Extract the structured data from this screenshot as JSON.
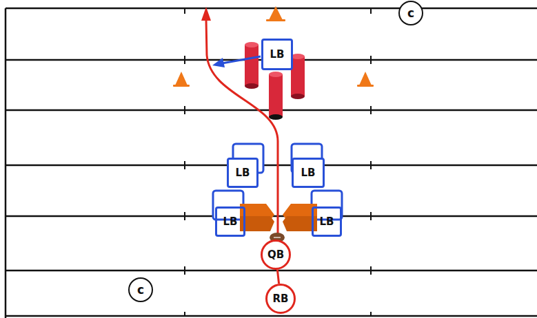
{
  "diagram": {
    "nodes": [
      {
        "text": [
          "c"
        ]
      },
      {
        "text": [
          "LB"
        ]
      },
      {
        "text": [
          "LB"
        ]
      },
      {
        "text": [
          "LB"
        ]
      },
      {
        "text": [
          "LB"
        ]
      },
      {
        "text": [
          "LB"
        ]
      },
      {
        "text": [
          "QB"
        ]
      },
      {
        "text": [
          "c"
        ]
      },
      {
        "text": [
          "RB"
        ]
      }
    ],
    "edges": [
      {
        "from": 8,
        "to": 6,
        "arrow": "none"
      }
    ]
  }
}
